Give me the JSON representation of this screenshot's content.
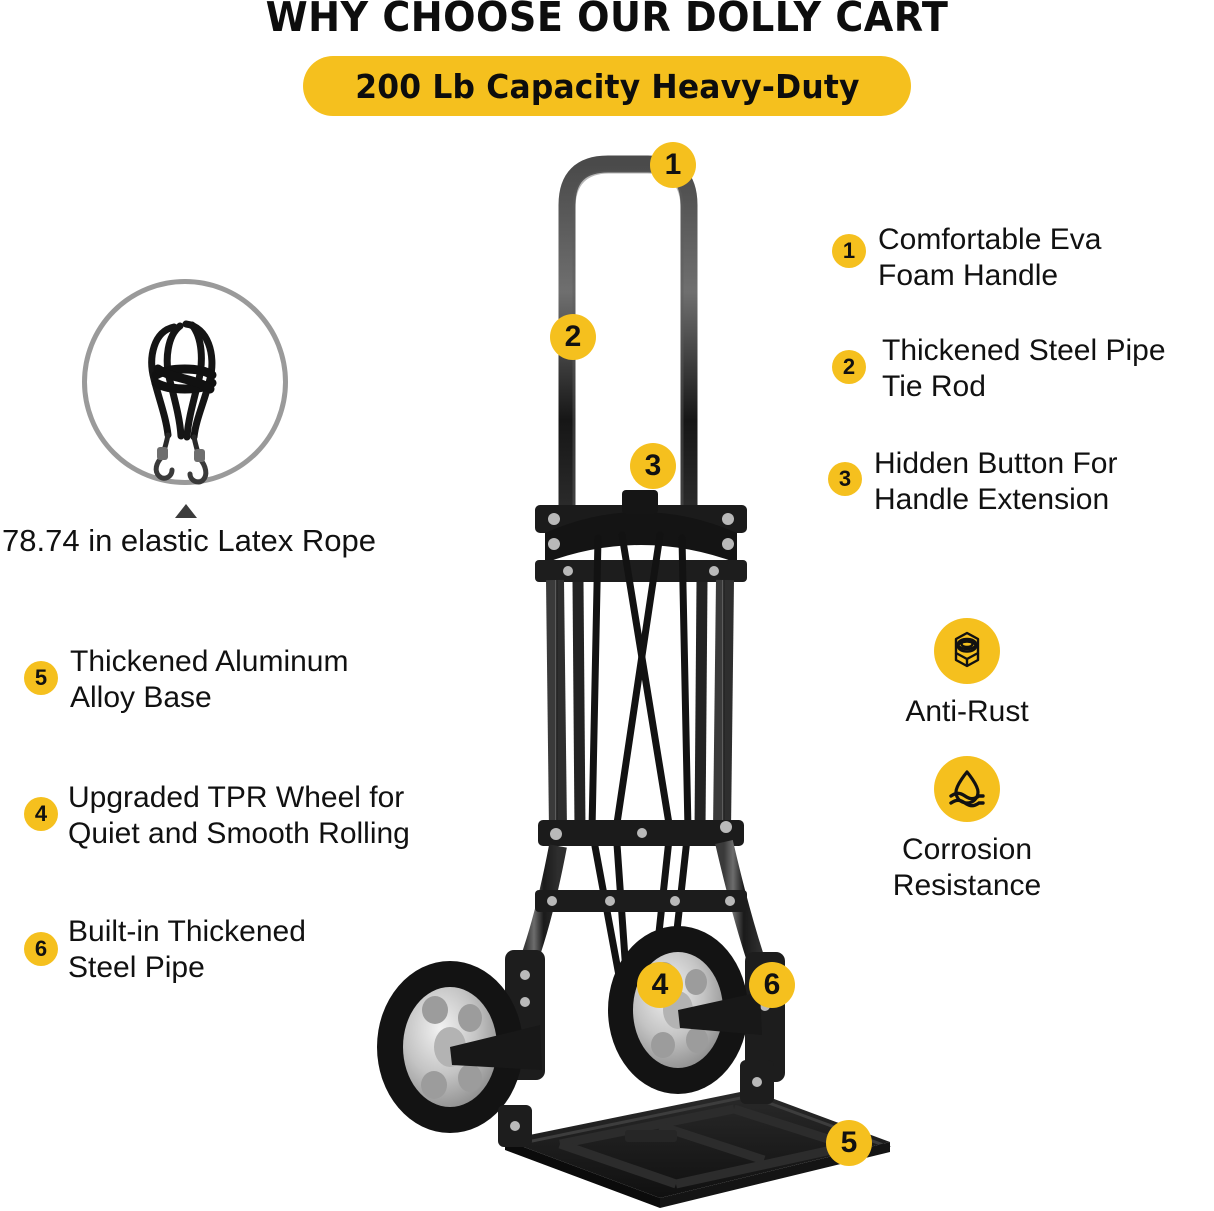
{
  "header": {
    "title": "WHY CHOOSE OUR DOLLY CART",
    "capacity_pill": "200 Lb Capacity Heavy-Duty",
    "pill_color": "#F5C01E",
    "title_color": "#0D0D0D"
  },
  "rope_inset": {
    "caption": "78.74 in elastic Latex Rope",
    "icon": "bungee-rope-coil",
    "ring_color": "#9A9A9A",
    "pointer": "triangle-up"
  },
  "callouts_right": [
    {
      "number": "1",
      "text": "Comfortable Eva\nFoam Handle"
    },
    {
      "number": "2",
      "text": "Thickened Steel Pipe\nTie Rod"
    },
    {
      "number": "3",
      "text": "Hidden Button For\nHandle Extension"
    }
  ],
  "callouts_left": [
    {
      "number": "5",
      "text": "Thickened Aluminum\nAlloy Base"
    },
    {
      "number": "4",
      "text": "Upgraded TPR Wheel for\nQuiet and Smooth Rolling"
    },
    {
      "number": "6",
      "text": "Built-in Thickened\nSteel Pipe"
    }
  ],
  "feature_icons": [
    {
      "label": "Anti-Rust",
      "icon": "hex-nut-icon"
    },
    {
      "label": "Corrosion\nResistance",
      "icon": "water-droplet-waves-icon"
    }
  ],
  "cart_overlay_badges": [
    {
      "number": "1",
      "target": "handle-top"
    },
    {
      "number": "2",
      "target": "handle-tube"
    },
    {
      "number": "3",
      "target": "hidden-button"
    },
    {
      "number": "4",
      "target": "wheel-right"
    },
    {
      "number": "6",
      "target": "frame-steel-pipe"
    },
    {
      "number": "5",
      "target": "base-plate"
    }
  ],
  "colors": {
    "accent_yellow": "#F5C01E",
    "text_black": "#111111",
    "cart_black": "#1C1C1C",
    "wheel_hub_silver": "#C9C9C9",
    "ring_gray": "#9A9A9A",
    "background": "#FFFFFF"
  }
}
